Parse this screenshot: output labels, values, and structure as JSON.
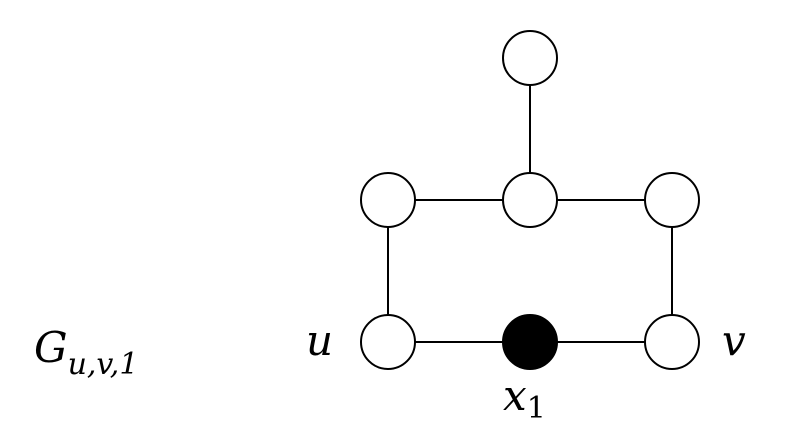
{
  "graph": {
    "name": {
      "main": "G",
      "subscript": "u,v,1"
    },
    "labels": {
      "u": "u",
      "v": "v",
      "x1_main": "x",
      "x1_sub": "1"
    },
    "nodes": [
      {
        "id": "top",
        "filled": false
      },
      {
        "id": "mid-left",
        "filled": false
      },
      {
        "id": "mid-center",
        "filled": false
      },
      {
        "id": "mid-right",
        "filled": false
      },
      {
        "id": "u",
        "filled": false
      },
      {
        "id": "x1",
        "filled": true
      },
      {
        "id": "v",
        "filled": false
      }
    ],
    "edges": [
      [
        "top",
        "mid-center"
      ],
      [
        "mid-left",
        "mid-center"
      ],
      [
        "mid-center",
        "mid-right"
      ],
      [
        "mid-left",
        "u"
      ],
      [
        "mid-right",
        "v"
      ],
      [
        "u",
        "x1"
      ],
      [
        "x1",
        "v"
      ]
    ],
    "colors": {
      "stroke": "#000000",
      "fill_empty": "#ffffff",
      "fill_marked": "#000000"
    }
  }
}
